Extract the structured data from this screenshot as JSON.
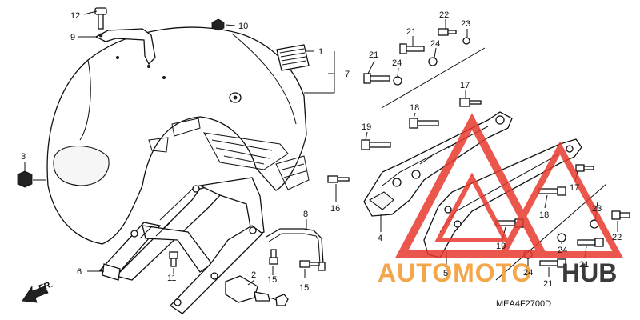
{
  "callouts": [
    "1",
    "2",
    "3",
    "4",
    "5",
    "6",
    "7",
    "8",
    "9",
    "10",
    "11",
    "12",
    "15",
    "15",
    "16",
    "17",
    "17",
    "18",
    "18",
    "19",
    "19",
    "21",
    "21",
    "21",
    "21",
    "22",
    "22",
    "23",
    "23",
    "24",
    "24",
    "24",
    "24"
  ],
  "diagram_code": "MEA4F2700D",
  "front_label": "FR.",
  "watermark": {
    "word_a": "AUTOMOTO",
    "word_b": "HUB",
    "color_red": "#e8392f",
    "color_orange": "#f4a64a",
    "color_dark": "#3a3a3a"
  }
}
